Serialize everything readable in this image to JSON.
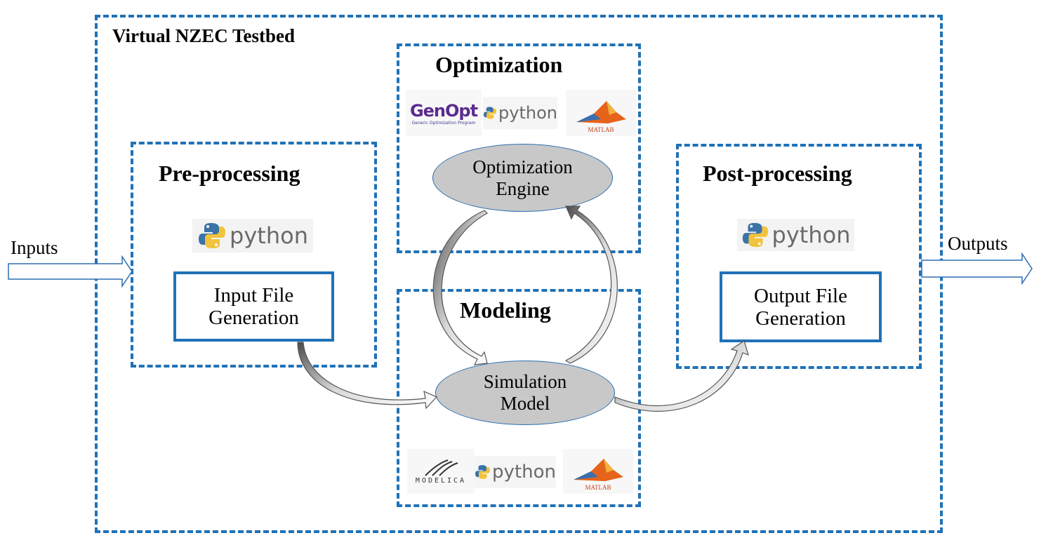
{
  "testbed": {
    "title": "Virtual NZEC Testbed"
  },
  "io": {
    "inputs_label": "Inputs",
    "outputs_label": "Outputs"
  },
  "preprocessing": {
    "title": "Pre-processing",
    "logo_text": "python",
    "box_line1": "Input File",
    "box_line2": "Generation"
  },
  "optimization": {
    "title": "Optimization",
    "logos": {
      "genopt": "GenOpt",
      "genopt_sub": "Generic Optimization Program",
      "python": "python",
      "matlab": "MATLAB"
    },
    "engine_line1": "Optimization",
    "engine_line2": "Engine"
  },
  "modeling": {
    "title": "Modeling",
    "sim_line1": "Simulation",
    "sim_line2": "Model",
    "logos": {
      "modelica": "MODELICA",
      "python": "python",
      "matlab": "MATLAB"
    }
  },
  "postprocessing": {
    "title": "Post-processing",
    "logo_text": "python",
    "box_line1": "Output File",
    "box_line2": "Generation"
  },
  "colors": {
    "frame_blue": "#1f72b8",
    "ellipse_gray": "#c8c8c8",
    "python_blue": "#3b73a8",
    "python_yellow": "#f2c33c",
    "matlab_orange": "#e5631b",
    "genopt_purple": "#5b2c8f"
  }
}
